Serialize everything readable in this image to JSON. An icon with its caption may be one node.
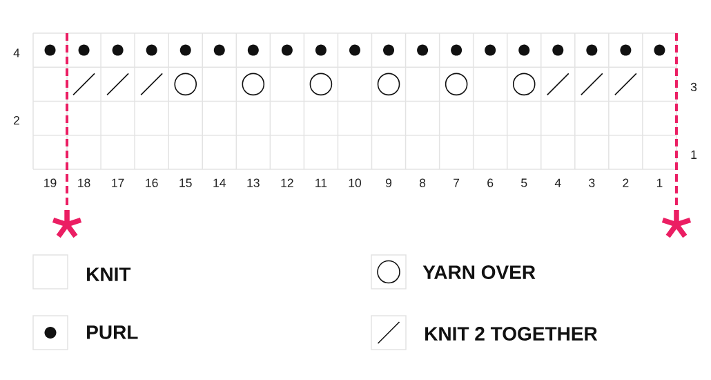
{
  "diagram": {
    "labels": [
      "4",
      "3",
      "2",
      "1",
      "19",
      "18",
      "17",
      "16",
      "15",
      "14",
      "13",
      "12",
      "11",
      "10",
      "9",
      "8",
      "7",
      "6",
      "5",
      "4",
      "3",
      "2",
      "1"
    ],
    "legend": [
      {
        "text": "KNIT"
      },
      {
        "text": "YARN OVER"
      },
      {
        "text": "PURL"
      },
      {
        "text": "KNIT 2 TOGETHER"
      }
    ]
  }
}
